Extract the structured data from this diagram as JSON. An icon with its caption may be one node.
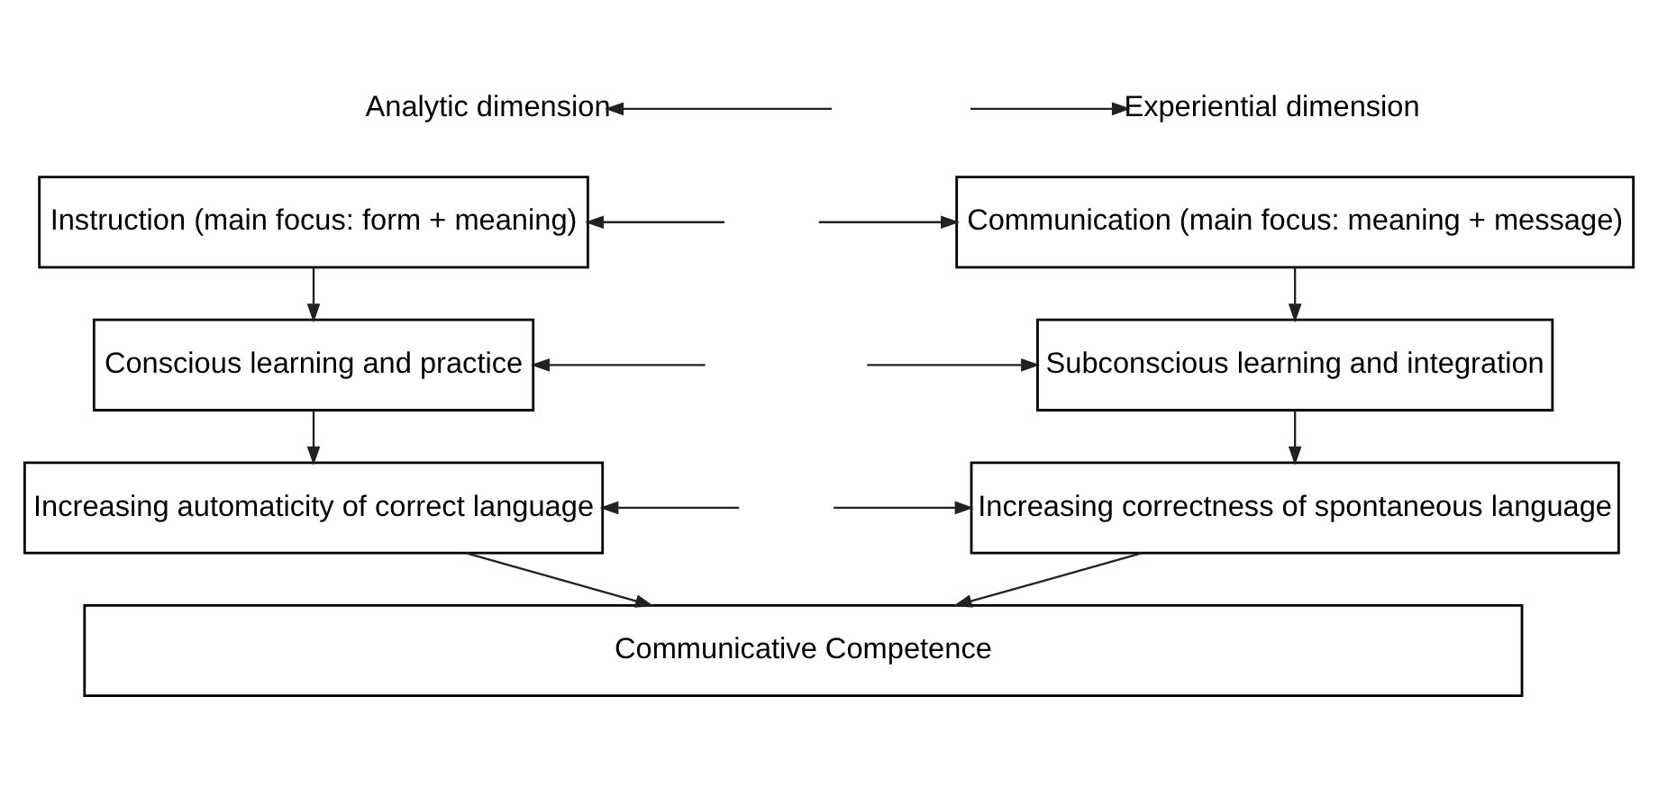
{
  "diagram": {
    "nodes": [
      {
        "text": [
          "Analytic dimension"
        ]
      },
      {
        "text": [
          "Experiential dimension"
        ]
      },
      {
        "text": [
          "Instruction (main focus: form + meaning)"
        ]
      },
      {
        "text": [
          "Communication (main focus: meaning + message)"
        ]
      },
      {
        "text": [
          "Conscious learning and practice"
        ]
      },
      {
        "text": [
          "Subconscious learning and integration"
        ]
      },
      {
        "text": [
          "Increasing automaticity of correct language"
        ]
      },
      {
        "text": [
          "Increasing correctness of spontaneous language"
        ]
      },
      {
        "text": [
          "Communicative Competence"
        ]
      }
    ],
    "edges": [
      {
        "from": null,
        "to": 0,
        "arrow": "to"
      },
      {
        "from": null,
        "to": 1,
        "arrow": "to"
      },
      {
        "from": null,
        "to": 2,
        "arrow": "to"
      },
      {
        "from": null,
        "to": 3,
        "arrow": "to"
      },
      {
        "from": 2,
        "to": 4,
        "arrow": "to"
      },
      {
        "from": 3,
        "to": 5,
        "arrow": "to"
      },
      {
        "from": null,
        "to": 4,
        "arrow": "to"
      },
      {
        "from": null,
        "to": 5,
        "arrow": "to"
      },
      {
        "from": 4,
        "to": 6,
        "arrow": "to"
      },
      {
        "from": 5,
        "to": 7,
        "arrow": "to"
      },
      {
        "from": null,
        "to": 6,
        "arrow": "to"
      },
      {
        "from": null,
        "to": 7,
        "arrow": "to"
      },
      {
        "from": 6,
        "to": 8,
        "arrow": "to"
      },
      {
        "from": 7,
        "to": 8,
        "arrow": "to"
      }
    ]
  }
}
